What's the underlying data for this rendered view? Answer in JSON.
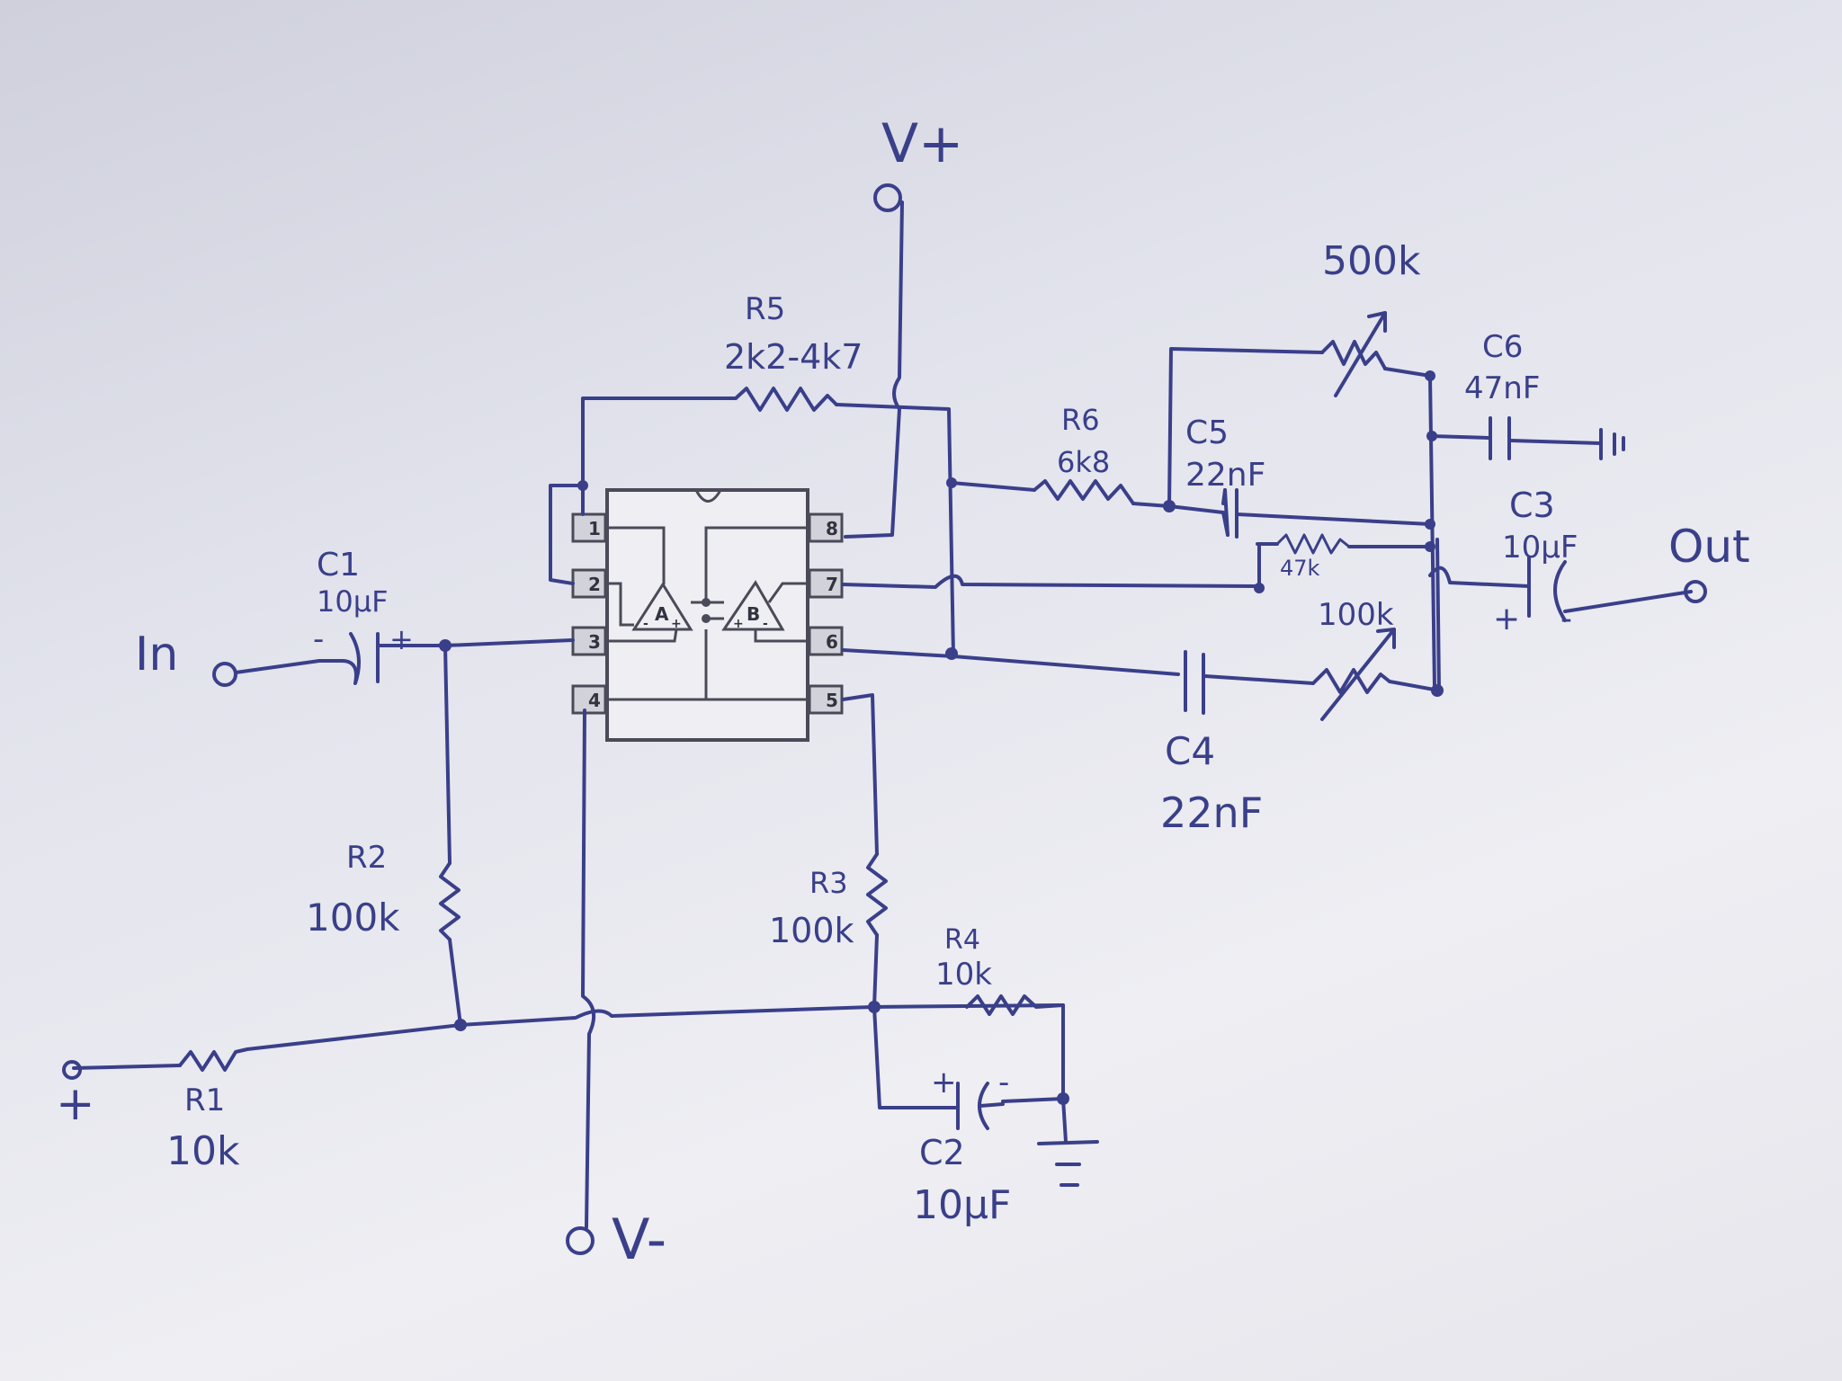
{
  "chip": {
    "pins": [
      "1",
      "2",
      "3",
      "4",
      "5",
      "6",
      "7",
      "8"
    ],
    "amp_a": "A",
    "amp_b": "B",
    "plus": "+",
    "minus": "-"
  },
  "terminals": {
    "vplus": "V+",
    "vminus": "V-",
    "input": "In",
    "output": "Out",
    "plus_supply": "+"
  },
  "components": {
    "c1": {
      "name": "C1",
      "value": "10µF",
      "minus": "-",
      "plus": "+"
    },
    "r1": {
      "name": "R1",
      "value": "10k"
    },
    "r2": {
      "name": "R2",
      "value": "100k"
    },
    "r3": {
      "name": "R3",
      "value": "100k"
    },
    "r4": {
      "name": "R4",
      "value": "10k"
    },
    "c2": {
      "name": "C2",
      "value": "10µF",
      "plus": "+",
      "minus": "-"
    },
    "r5": {
      "name": "R5",
      "value": "2k2-4k7"
    },
    "r6": {
      "name": "R6",
      "value": "6k8"
    },
    "c5": {
      "name": "C5",
      "value": "22nF"
    },
    "c6": {
      "name": "C6",
      "value": "47nF"
    },
    "c4": {
      "name": "C4",
      "value": "22nF"
    },
    "c3": {
      "name": "C3",
      "value": "10µF",
      "plus": "+",
      "minus": "-"
    },
    "pot1": {
      "value": "500k"
    },
    "pot2": {
      "value": "100k"
    },
    "r47": {
      "value": "47k"
    }
  }
}
